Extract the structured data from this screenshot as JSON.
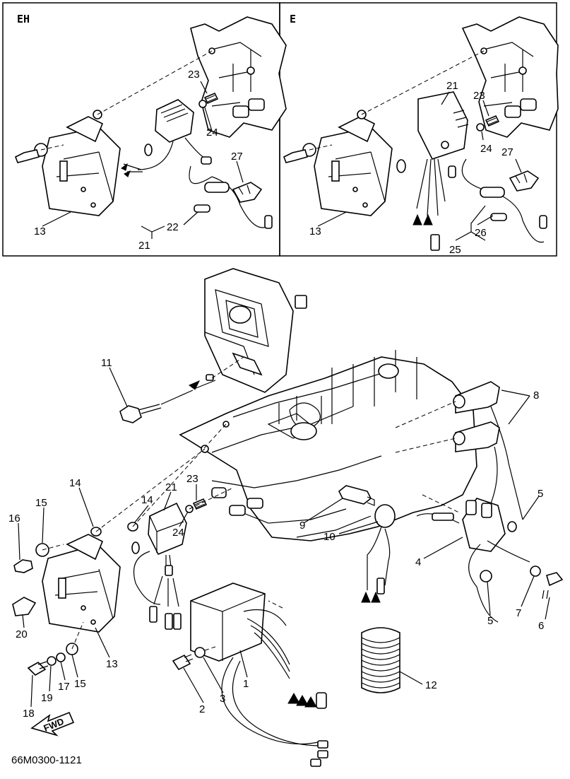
{
  "insets": {
    "left_title": "EH",
    "right_title": "E"
  },
  "labels": {
    "eh_13": "13",
    "eh_21": "21",
    "eh_22": "22",
    "eh_23": "23",
    "eh_24": "24",
    "eh_27": "27",
    "e_13": "13",
    "e_21": "21",
    "e_23": "23",
    "e_24": "24",
    "e_25": "25",
    "e_26": "26",
    "e_27": "27",
    "m_1": "1",
    "m_2": "2",
    "m_3": "3",
    "m_4": "4",
    "m_5a": "5",
    "m_5b": "5",
    "m_6": "6",
    "m_7": "7",
    "m_8": "8",
    "m_9": "9",
    "m_10": "10",
    "m_11": "11",
    "m_12": "12",
    "m_13": "13",
    "m_14a": "14",
    "m_14b": "14",
    "m_15a": "15",
    "m_15b": "15",
    "m_16": "16",
    "m_17": "17",
    "m_18": "18",
    "m_19": "19",
    "m_20": "20",
    "m_21": "21",
    "m_23": "23",
    "m_24": "24"
  },
  "fwd_label": "FWD",
  "drawing_code": "66M0300-1121"
}
